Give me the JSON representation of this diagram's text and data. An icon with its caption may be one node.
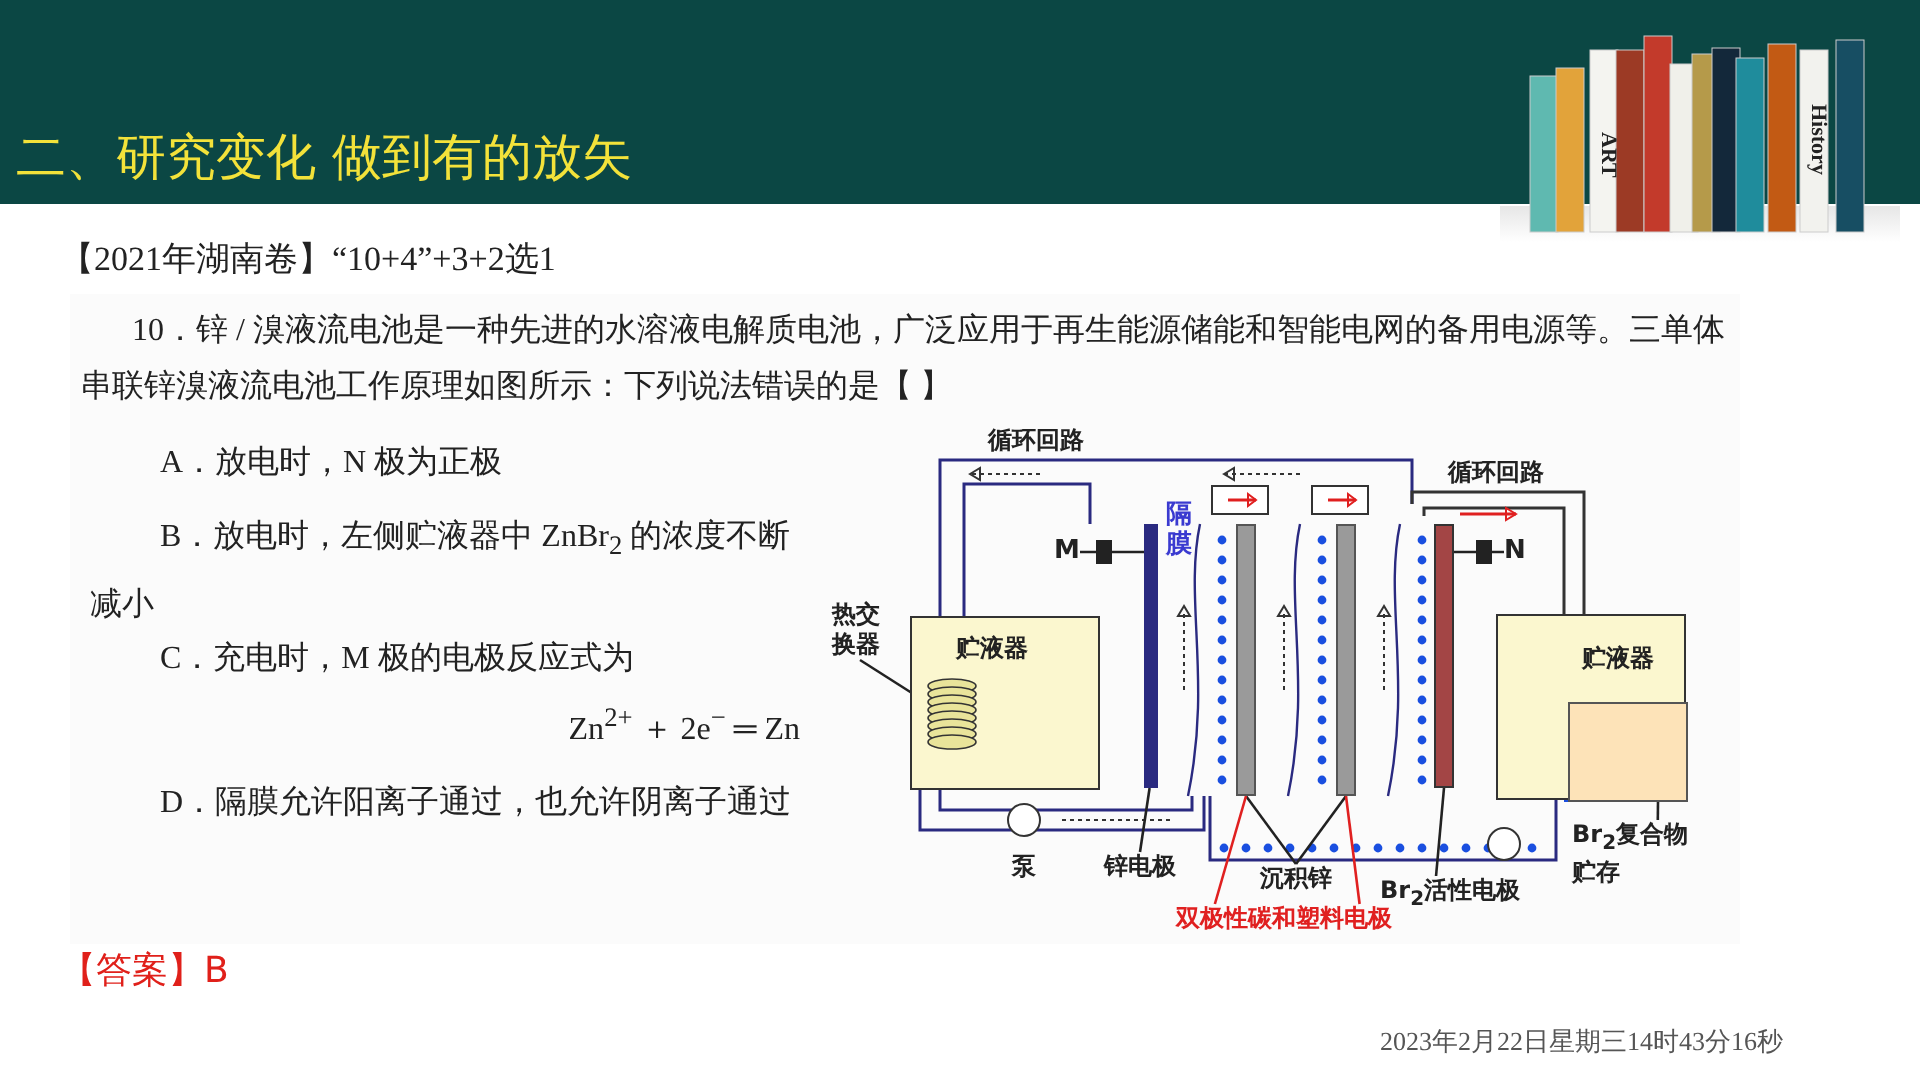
{
  "diagram": {
    "title": "二、研究变化 做到有的放矢",
    "nodes": [
      {
        "text": [
          "贮液器"
        ]
      },
      {
        "text": [],
        "shape": "picture",
        "in": 0
      },
      {
        "text": [
          "贮液器"
        ]
      },
      {
        "text": [],
        "shape": "box",
        "in": 2
      },
      {
        "text": [
          "热交换器"
        ]
      },
      {
        "text": [
          "锌电极"
        ]
      },
      {
        "text": [],
        "shape": "bar"
      },
      {
        "text": [
          "沉积锌"
        ]
      },
      {
        "text": [],
        "shape": "bar"
      },
      {
        "text": [],
        "shape": "bar"
      },
      {
        "text": [
          "双极性碳和塑料电极"
        ]
      },
      {
        "text": [
          "Br$_{2}$活性电极"
        ]
      },
      {
        "text": [],
        "shape": "bar"
      },
      {
        "text": [
          "Br$_{2}$复合物贮存"
        ]
      }
    ],
    "edges": [
      {
        "from": 4,
        "to": 1,
        "arrow": "none"
      },
      {
        "from": 5,
        "to": 6,
        "arrow": "none"
      },
      {
        "from": 7,
        "to": 8,
        "arrow": "none"
      },
      {
        "from": 7,
        "to": 9,
        "arrow": "none"
      },
      {
        "from": 10,
        "to": 8,
        "arrow": "none",
        "color": "#e02020"
      },
      {
        "from": 10,
        "to": 9,
        "arrow": "none",
        "color": "#e02020"
      },
      {
        "from": 11,
        "to": 12,
        "arrow": "none"
      },
      {
        "from": 13,
        "to": 3,
        "arrow": "none"
      }
    ],
    "labels": [
      "ART",
      "History",
      "【2021年湖南卷】“10+4”+3+2选1",
      "10．锌 / 溴液流电池是一种先进的水溶液电解质电池，广泛应用于再生能源储能和智能电网的备用电源等。三单体串联锌溴液流电池工作原理如图所示：下列说法错误的是【 】",
      "A．放电时，N 极为正极",
      "B．放电时，左侧贮液器中 ZnBr$_{2}$ 的浓度不断减小",
      "C．充电时，M 极的电极反应式为",
      "Zn$^{2+}$ ＋ 2e$^{−}$ ═ Zn",
      "D．隔膜允许阳离子通过，也允许阴离子通过",
      "循环回路",
      "隔膜",
      "M",
      "循环回路",
      "N",
      "泵",
      "【答案】B",
      "2023年2月22日星期三14时43分16秒"
    ]
  }
}
